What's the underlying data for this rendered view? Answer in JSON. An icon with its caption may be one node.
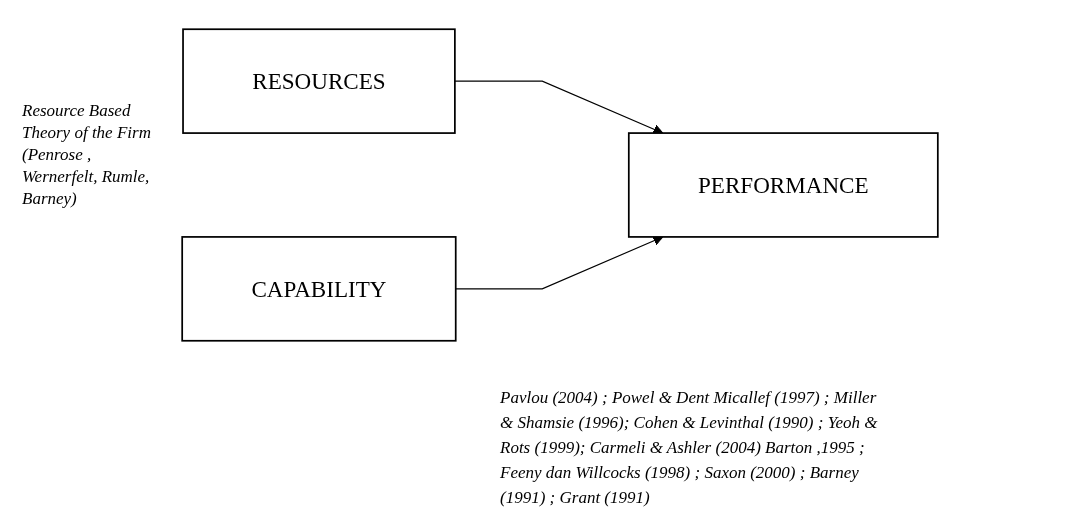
{
  "diagram": {
    "nodes": [
      {
        "text": [
          "RESOURCES"
        ]
      },
      {
        "text": [
          "CAPABILITY"
        ]
      },
      {
        "text": [
          "PERFORMANCE"
        ]
      }
    ],
    "edges": [
      {
        "from": 0,
        "to": 2,
        "arrow": "to"
      },
      {
        "from": 1,
        "to": 2,
        "arrow": "to"
      }
    ],
    "labels": [
      "Resource Based Theory of the Firm (Penrose , Wernerfelt, Rumle, Barney)",
      "Pavlou (2004) ; Powel & Dent Micallef (1997) ; Miller & Shamsie (1996); Cohen & Levinthal (1990) ; Yeoh & Rots (1999); Carmeli & Ashler (2004) Barton ,1995 ; Feeny dan Willcocks (1998) ; Saxon (2000) ; Barney (1991) ; Grant (1991)"
    ]
  }
}
